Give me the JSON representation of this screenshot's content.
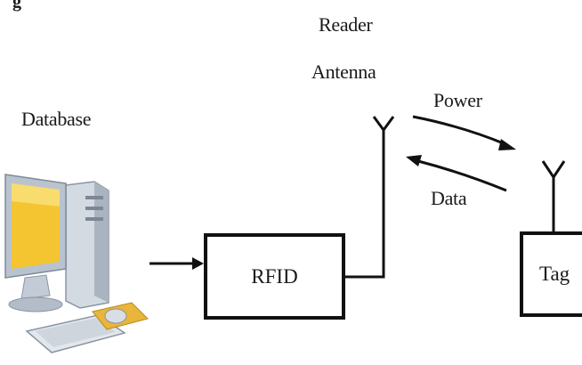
{
  "header_fragment": "g",
  "labels": {
    "reader_antenna_line1": "Reader",
    "reader_antenna_line2": "Antenna",
    "power": "Power",
    "data": "Data",
    "database": "Database"
  },
  "boxes": {
    "rfid": "RFID",
    "tag": "Tag"
  },
  "colors": {
    "screen": "#f4c531",
    "monitor_frame": "#b9c3cf",
    "mousepad": "#e9b53a",
    "line": "#111111"
  },
  "icons": [
    "computer-icon",
    "reader-antenna-icon",
    "tag-antenna-icon"
  ]
}
